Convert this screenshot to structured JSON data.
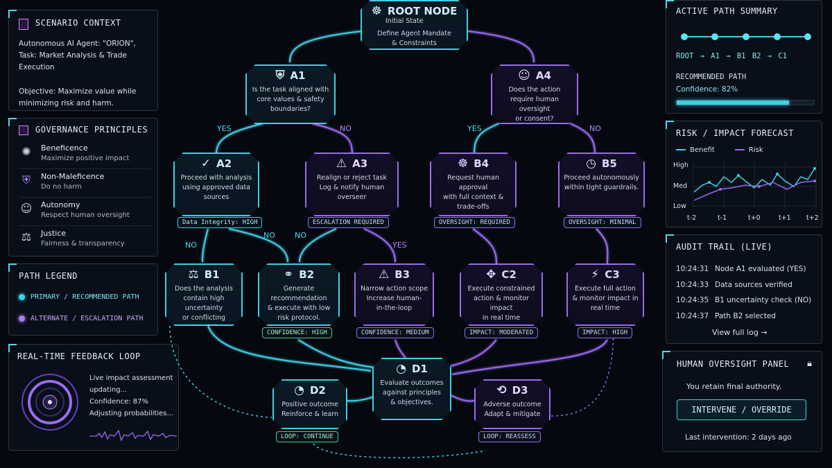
{
  "scenario": {
    "title": "SCENARIO CONTEXT",
    "agent": "Autonomous AI Agent: \"ORION\",",
    "task": "Task: Market Analysis & Trade Execution",
    "objective_1": "Objective: Maximize value while",
    "objective_2": "minimizing risk and harm."
  },
  "governance": {
    "title": "GOVERNANCE PRINCIPLES",
    "items": [
      {
        "title": "Beneficence",
        "sub": "Maximize positive impact"
      },
      {
        "title": "Non-Maleficence",
        "sub": "Do no harm"
      },
      {
        "title": "Autonomy",
        "sub": "Respect human oversight"
      },
      {
        "title": "Justice",
        "sub": "Fairness & transparency"
      }
    ]
  },
  "legend": {
    "title": "PATH LEGEND",
    "primary": "PRIMARY / RECOMMENDED PATH",
    "alternate": "ALTERNATE / ESCALATION PATH",
    "colors": {
      "primary": "#3fd0e4",
      "alternate": "#9a6bf0"
    }
  },
  "feedback": {
    "title": "REAL-TIME FEEDBACK LOOP",
    "line1": "Live impact assessment",
    "line2": "updating...",
    "confidence": "Confidence: 87%",
    "line4": "Adjusting probabilities..."
  },
  "tree": {
    "root": {
      "title": "ROOT NODE",
      "sub": "Initial State",
      "body1": "Define Agent Mandate",
      "body2": "& Constraints"
    },
    "a1": {
      "id": "A1",
      "b1": "Is the task aligned with",
      "b2": "core values & safety",
      "b3": "boundaries?"
    },
    "a4": {
      "id": "A4",
      "b1": "Does the action",
      "b2": "require human oversight",
      "b3": "or consent?"
    },
    "a2": {
      "id": "A2",
      "b1": "Proceed with analysis",
      "b2": "using approved data",
      "b3": "sources",
      "badge": "Data Integrity: HIGH"
    },
    "a3": {
      "id": "A3",
      "b1": "Realign or reject task",
      "b2": "Log & notify human",
      "b3": "overseer",
      "badge": "ESCALATION REQUIRED"
    },
    "b4": {
      "id": "B4",
      "b1": "Request human approval",
      "b2": "with full context &",
      "b3": "trade-offs",
      "badge": "OVERSIGHT: REQUIRED"
    },
    "b5": {
      "id": "B5",
      "b1": "Proceed autonomously",
      "b2": "within tight guardrails.",
      "badge": "OVERSIGHT: MINIMAL"
    },
    "b1": {
      "id": "B1",
      "b1": "Does the analysis",
      "b2": "contain high uncertainty",
      "b3": "or conflicting signals?"
    },
    "b2": {
      "id": "B2",
      "b1": "Generate recommendation",
      "b2": "& execute with low",
      "b3": "risk protocol.",
      "badge": "CONFIDENCE: HIGH"
    },
    "b3": {
      "id": "B3",
      "b1": "Narrow action scope",
      "b2": "Increase human-",
      "b3": "in-the-loop",
      "badge": "CONFIDENCE: MEDIUM"
    },
    "c2": {
      "id": "C2",
      "b1": "Execute constrained",
      "b2": "action & monitor impact",
      "b3": "in real time",
      "badge": "IMPACT: MODERATED"
    },
    "c3": {
      "id": "C3",
      "b1": "Execute full action",
      "b2": "& monitor impact in",
      "b3": "real time",
      "badge": "IMPACT: HIGH"
    },
    "d1": {
      "id": "D1",
      "b1": "Evaluate outcomes",
      "b2": "against principles",
      "b3": "& objectives."
    },
    "d2": {
      "id": "D2",
      "b1": "Positive outcome",
      "b2": "Reinforce & learn",
      "badge": "LOOP: CONTINUE"
    },
    "d3": {
      "id": "D3",
      "b1": "Adverse outcome",
      "b2": "Adapt & mitigate",
      "badge": "LOOP: REASSESS"
    },
    "labels": {
      "yes": "YES",
      "no": "NO"
    }
  },
  "summary": {
    "title": "ACTIVE PATH SUMMARY",
    "path": "ROOT → A1 → B1 B2 → C1",
    "recommended": "RECOMMENDED PATH",
    "confidence": "Confidence: 82%",
    "confidence_value": 0.82
  },
  "risk": {
    "title": "RISK / IMPACT FORECAST",
    "legend_benefit": "Benefit",
    "legend_risk": "Risk",
    "y_labels": [
      "High",
      "Med",
      "Low"
    ],
    "x_labels": [
      "t-2",
      "t-1",
      "t+0",
      "t+1",
      "t+2"
    ]
  },
  "audit": {
    "title": "AUDIT TRAIL (LIVE)",
    "rows": [
      {
        "time": "10:24:31",
        "text": "Node A1 evaluated (YES)"
      },
      {
        "time": "10:24:33",
        "text": "Data sources verified"
      },
      {
        "time": "10:24:35",
        "text": "B1 uncertainty check (NO)"
      },
      {
        "time": "10:24:37",
        "text": "Path B2 selected"
      }
    ],
    "link": "View full log →"
  },
  "oversight": {
    "title": "HUMAN OVERSIGHT PANEL",
    "authority": "You retain final authority.",
    "button": "INTERVENE / OVERRIDE",
    "last": "Last intervention: 2 days ago"
  }
}
